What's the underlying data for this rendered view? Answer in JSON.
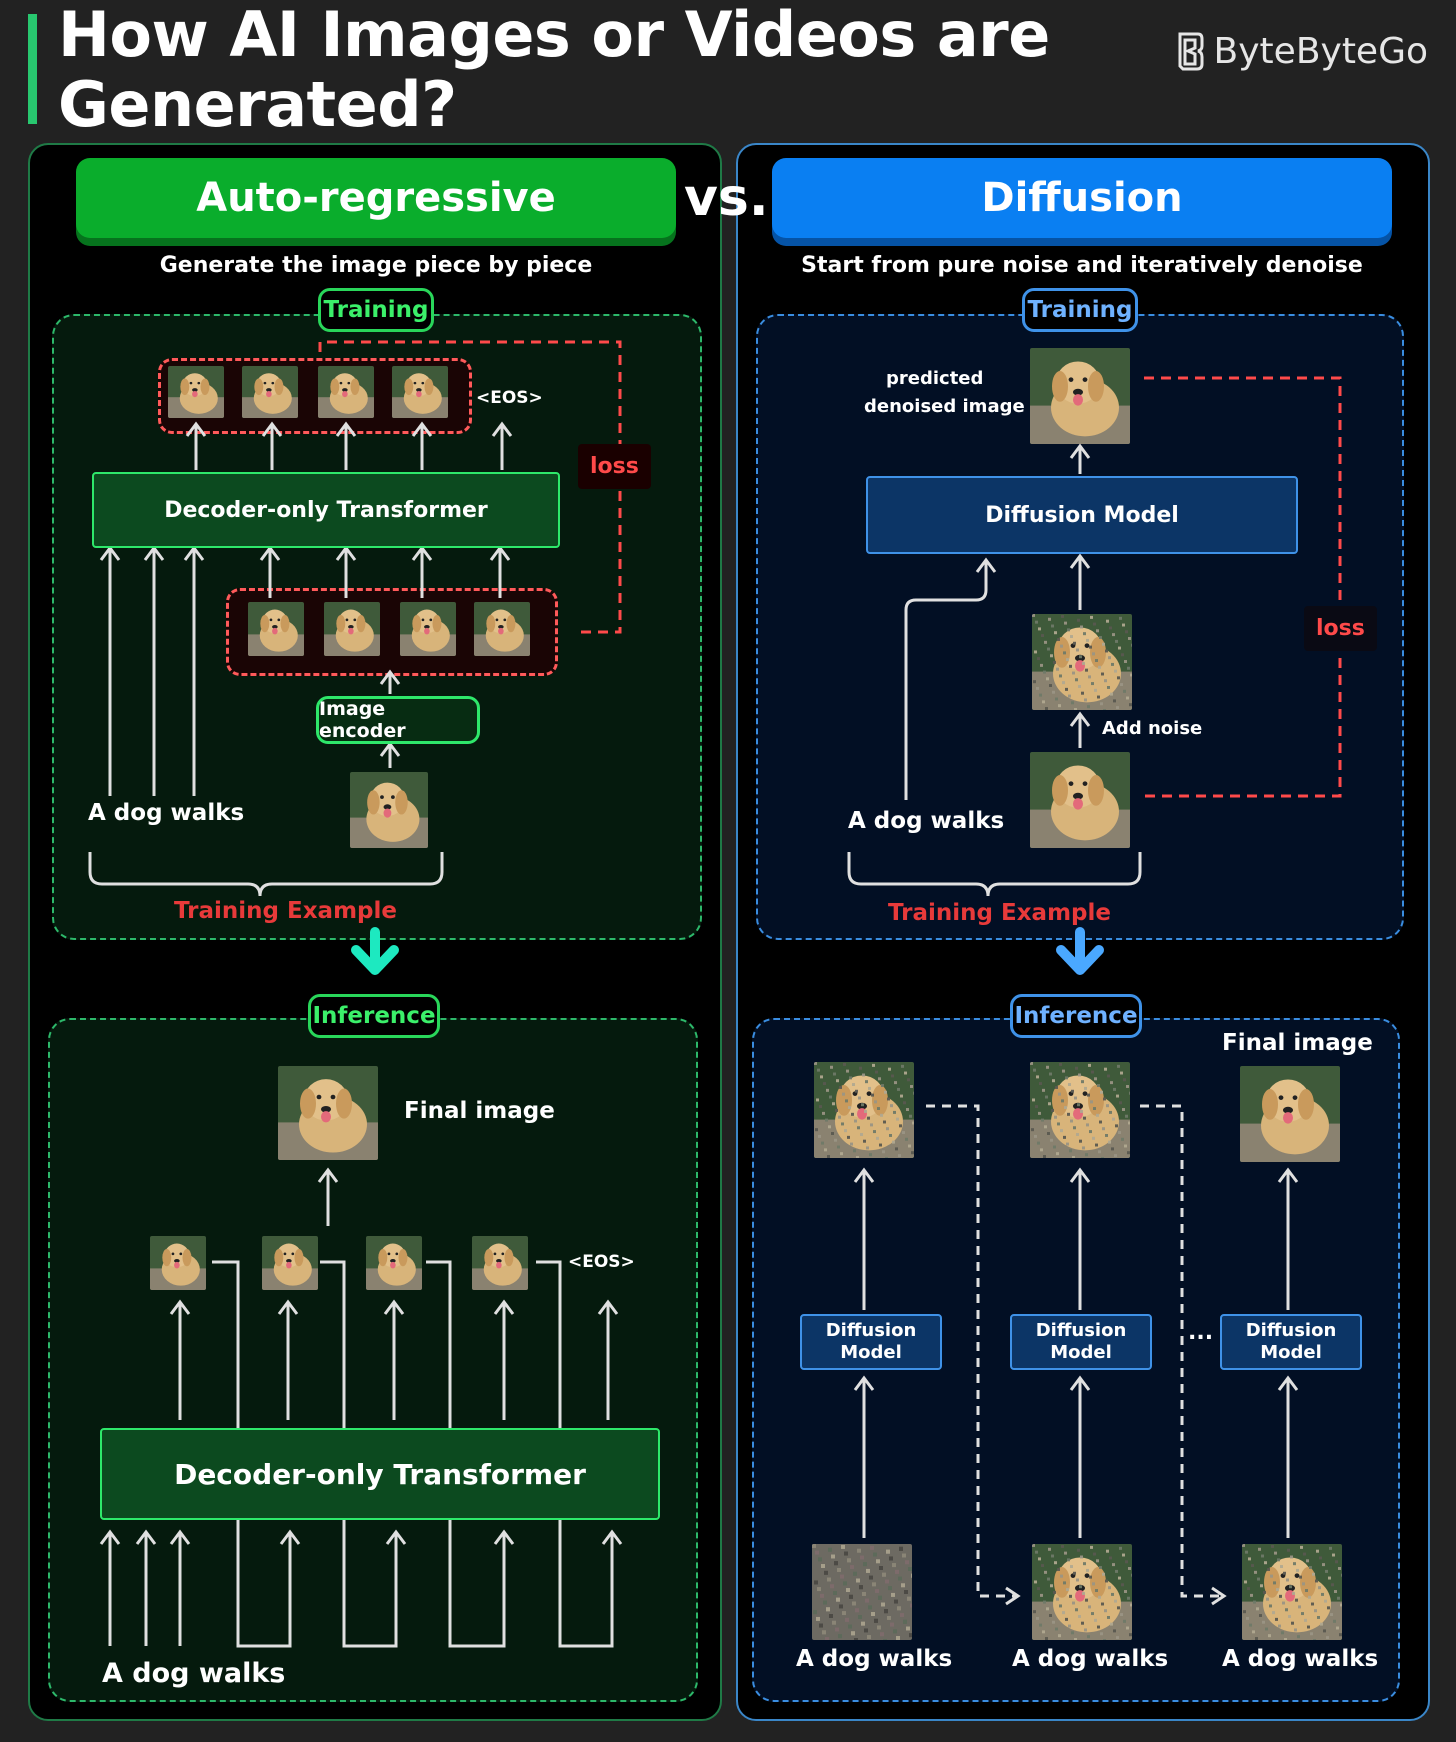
{
  "title": "How AI Images or Videos are Generated?",
  "brand": "ByteByteGo",
  "vs": "vs.",
  "left": {
    "header": "Auto-regressive",
    "subtitle": "Generate the image piece by piece",
    "training_tag": "Training",
    "eos": "<EOS>",
    "loss": "loss",
    "transformer": "Decoder-only Transformer",
    "encoder": "Image encoder",
    "prompt": "A dog walks",
    "training_example": "Training Example",
    "inference_tag": "Inference",
    "final_image": "Final image",
    "inf_eos": "<EOS>",
    "inf_transformer": "Decoder-only Transformer",
    "inf_prompt": "A dog walks"
  },
  "right": {
    "header": "Diffusion",
    "subtitle": "Start from pure noise and iteratively denoise",
    "training_tag": "Training",
    "predicted": "predicted",
    "denoised": "denoised image",
    "model": "Diffusion Model",
    "loss": "loss",
    "add_noise": "Add noise",
    "prompt": "A dog walks",
    "training_example": "Training Example",
    "inference_tag": "Inference",
    "final_image": "Final image",
    "steps": [
      {
        "model": "Diffusion\nModel",
        "prompt": "A dog walks"
      },
      {
        "model": "Diffusion\nModel",
        "prompt": "A dog walks"
      },
      {
        "model": "Diffusion\nModel",
        "prompt": "A dog walks"
      }
    ],
    "ellipsis": "..."
  },
  "colors": {
    "green_accent": "#0aad2c",
    "blue_accent": "#0a7ff2",
    "loss_red": "#e83a3a"
  }
}
